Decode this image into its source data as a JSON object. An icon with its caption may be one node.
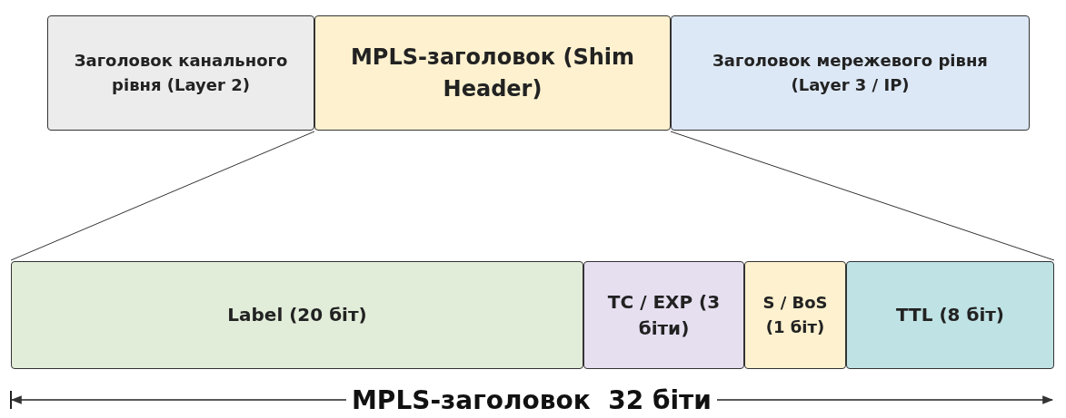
{
  "diagram": {
    "nodes": [
      {
        "text": [
          "Заголовок канального рівня (Layer 2)"
        ]
      },
      {
        "text": [
          "MPLS-заголовок (Shim Header)"
        ]
      },
      {
        "text": [
          "Заголовок мережевого рівня (Layer 3 / IP)"
        ]
      },
      {
        "text": [
          "Label (20 біт)"
        ]
      },
      {
        "text": [
          "TC / EXP (3 біти)"
        ]
      },
      {
        "text": [
          "S / BoS (1 біт)"
        ]
      },
      {
        "text": [
          "TTL (8 біт)"
        ]
      }
    ],
    "edges": [
      {
        "from": 1,
        "to": 3,
        "arrow": "none"
      },
      {
        "from": 1,
        "to": 6,
        "arrow": "none"
      }
    ],
    "labels": [
      "MPLS-заголовок  32 біти"
    ]
  }
}
